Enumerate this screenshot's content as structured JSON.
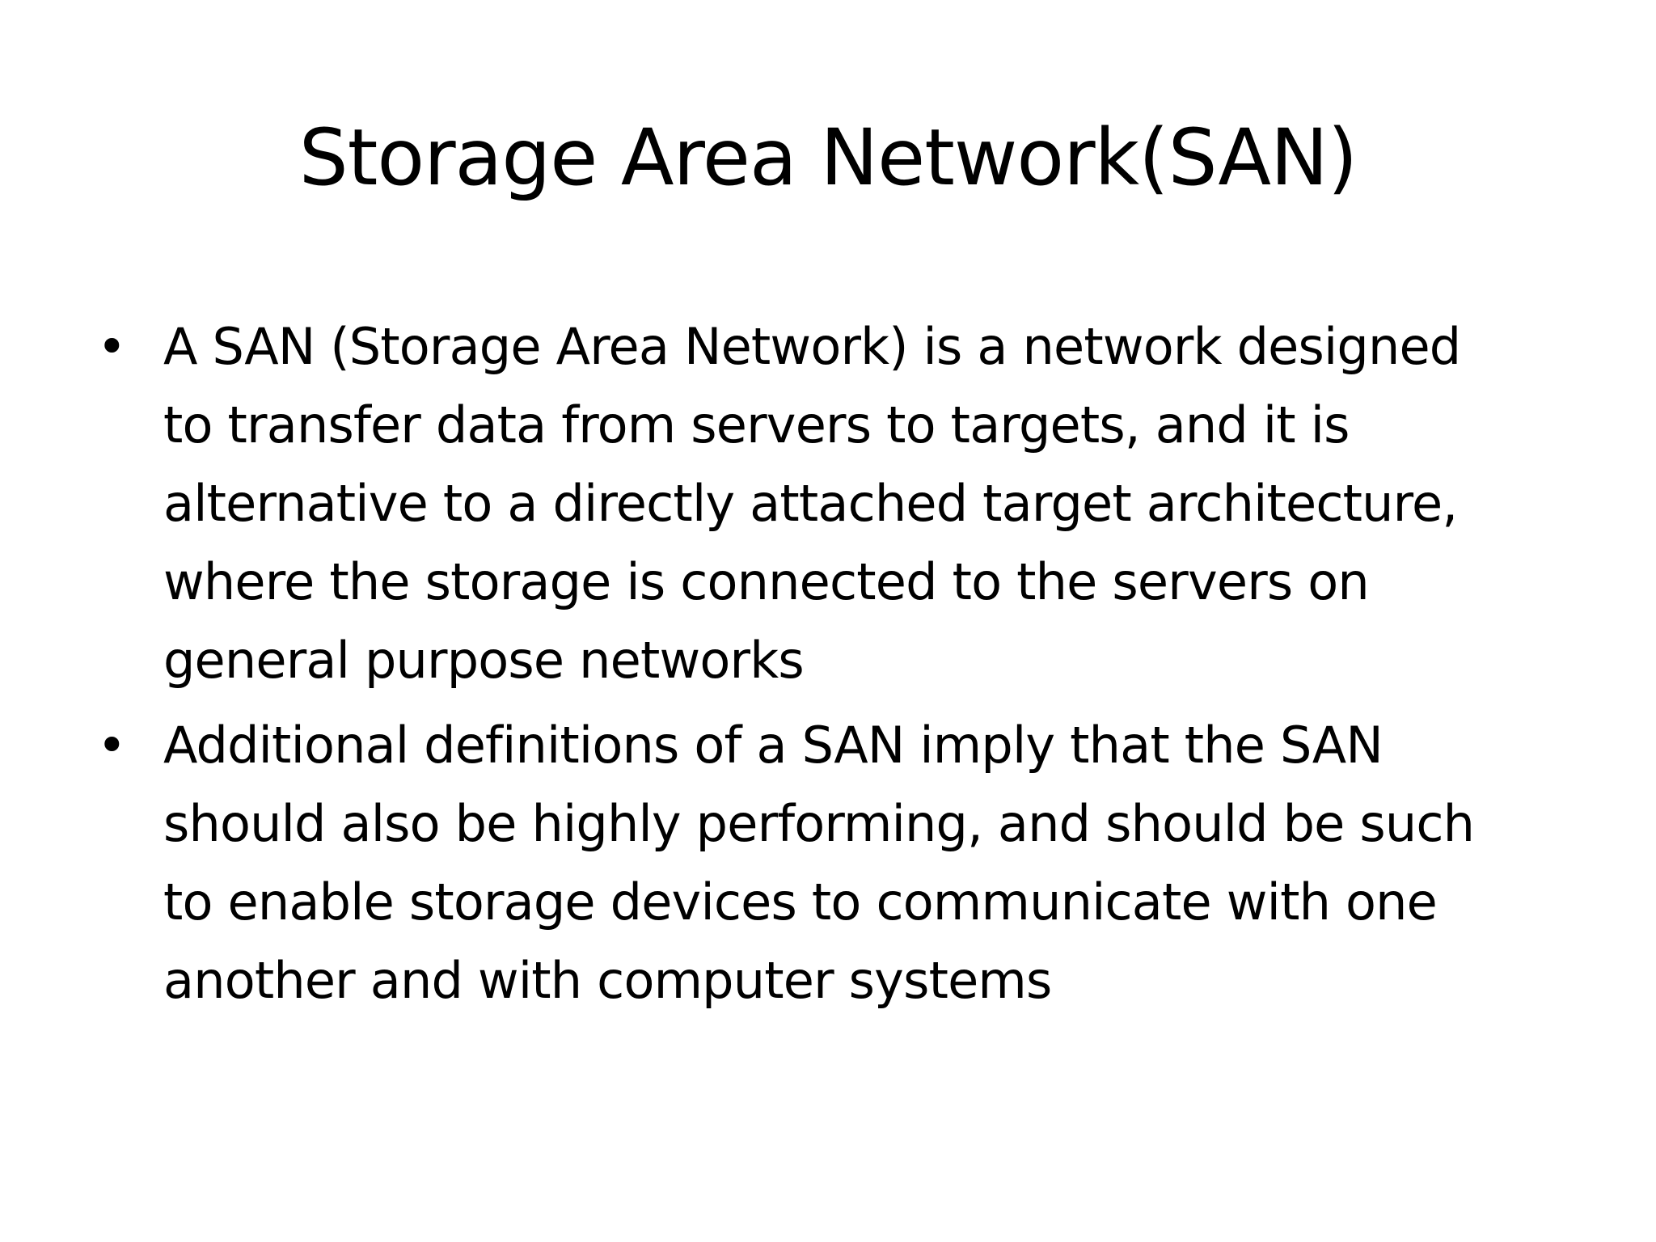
{
  "slide": {
    "title": "Storage Area Network(SAN)",
    "bullets": [
      {
        "symbol": "•",
        "lines": [
          "A SAN (Storage Area Network) is a network designed",
          "to transfer data from servers to targets, and it is",
          "alternative to a directly attached target architecture,",
          "where the storage is connected to the servers on",
          "general purpose networks"
        ]
      },
      {
        "symbol": "•",
        "lines": [
          "Additional definitions of a SAN imply that the SAN",
          "should also be highly performing, and should be such",
          "to enable storage devices to communicate with one",
          "another and with computer systems"
        ]
      }
    ]
  },
  "colors": {
    "background": "#ffffff",
    "text": "#000000"
  }
}
